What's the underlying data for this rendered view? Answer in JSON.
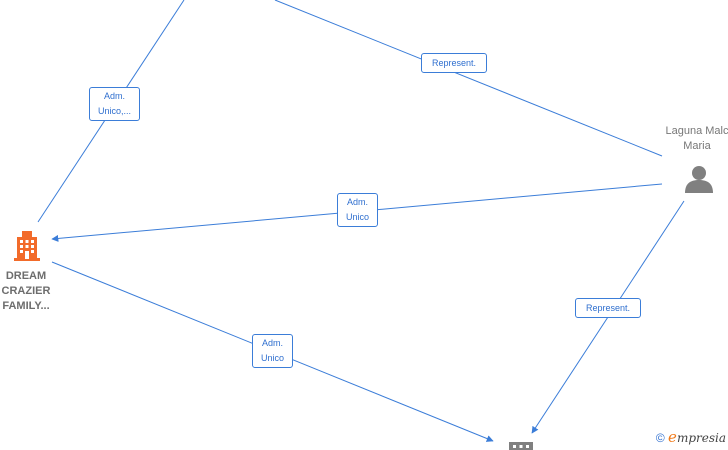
{
  "diagram": {
    "nodes": {
      "dream_crazier": {
        "type": "company",
        "color": "#f26b2a",
        "lines": [
          "DREAM",
          "CRAZIER",
          "FAMILY..."
        ]
      },
      "laguna_maria": {
        "type": "person",
        "color": "#808080",
        "lines": [
          "Laguna Malc",
          "Maria"
        ]
      },
      "bottom_company": {
        "type": "company",
        "color": "#808080"
      }
    },
    "edge_labels": [
      {
        "lines": [
          "Adm.",
          "Unico,..."
        ]
      },
      {
        "lines": [
          "Represent."
        ]
      },
      {
        "lines": [
          "Adm.",
          "Unico"
        ]
      },
      {
        "lines": [
          "Represent."
        ]
      },
      {
        "lines": [
          "Adm.",
          "Unico"
        ]
      }
    ],
    "edge_color": "#3b7dd8"
  },
  "watermark": {
    "symbol": "©",
    "brand_e": "e",
    "brand_rest": "mpresia"
  }
}
